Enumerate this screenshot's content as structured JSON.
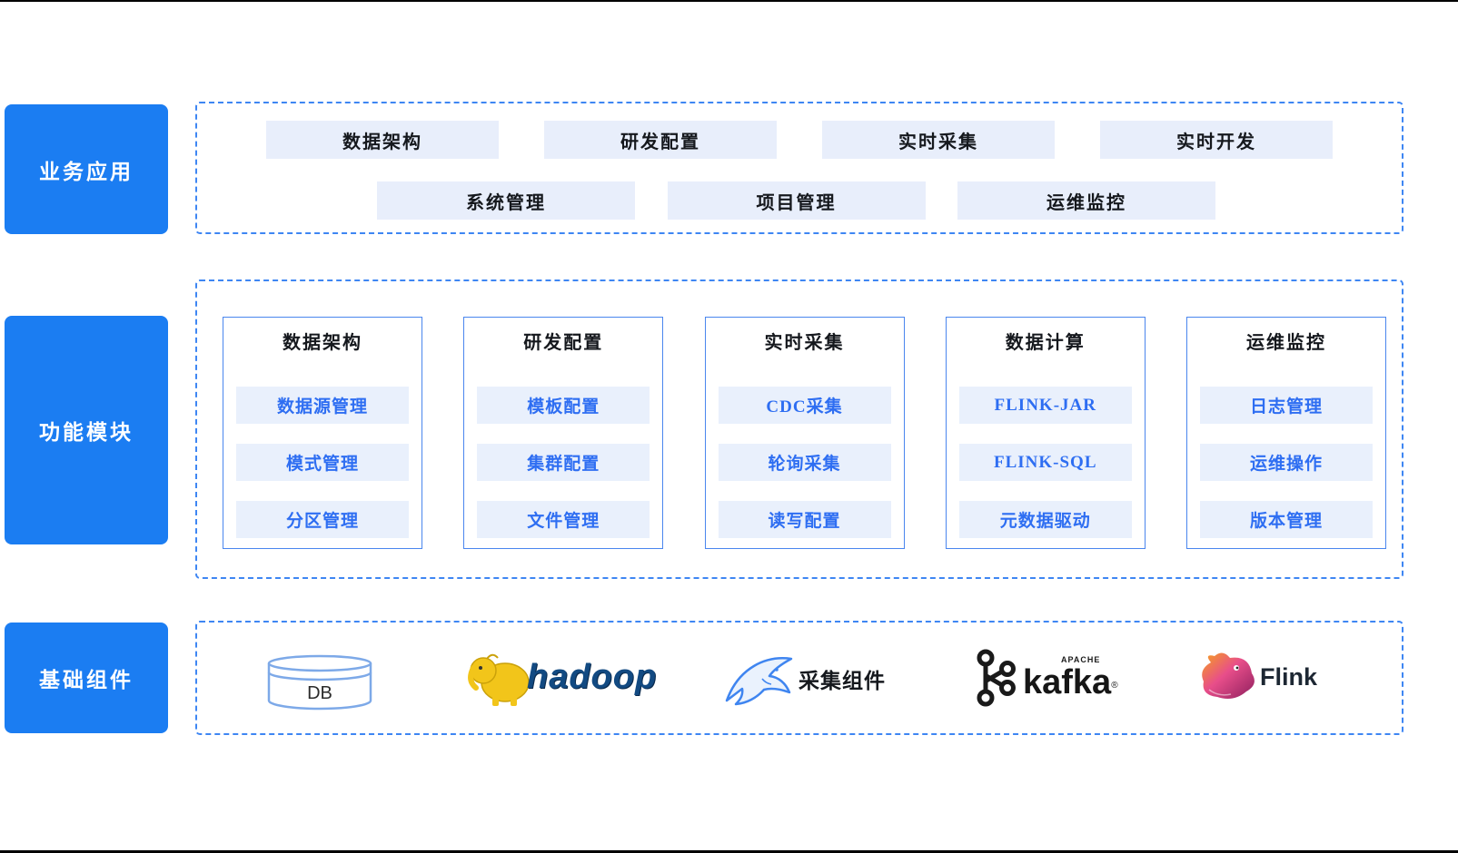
{
  "colors": {
    "accent_blue": "#1b7df2",
    "dashed_border": "#3e86f3",
    "button_bg": "#e8eefb",
    "item_bg": "#e9f0fc",
    "item_text": "#2e6ef2"
  },
  "business": {
    "label": "业务应用",
    "row1": [
      "数据架构",
      "研发配置",
      "实时采集",
      "实时开发"
    ],
    "row2": [
      "系统管理",
      "项目管理",
      "运维监控"
    ]
  },
  "modules": {
    "label": "功能模块",
    "columns": [
      {
        "title": "数据架构",
        "items": [
          "数据源管理",
          "模式管理",
          "分区管理"
        ]
      },
      {
        "title": "研发配置",
        "items": [
          "模板配置",
          "集群配置",
          "文件管理"
        ]
      },
      {
        "title": "实时采集",
        "items": [
          "CDC采集",
          "轮询采集",
          "读写配置"
        ]
      },
      {
        "title": "数据计算",
        "items": [
          "FLINK-JAR",
          "FLINK-SQL",
          "元数据驱动"
        ]
      },
      {
        "title": "运维监控",
        "items": [
          "日志管理",
          "运维操作",
          "版本管理"
        ]
      }
    ]
  },
  "components": {
    "label": "基础组件",
    "items": [
      {
        "icon": "database-icon",
        "label": "DB"
      },
      {
        "icon": "hadoop-elephant-icon",
        "label": "hadoop"
      },
      {
        "icon": "shark-icon",
        "label": "采集组件"
      },
      {
        "icon": "kafka-logo-icon",
        "label": "kafka",
        "sub": "APACHE",
        "reg": "®"
      },
      {
        "icon": "flink-squirrel-icon",
        "label": "Flink"
      }
    ]
  }
}
